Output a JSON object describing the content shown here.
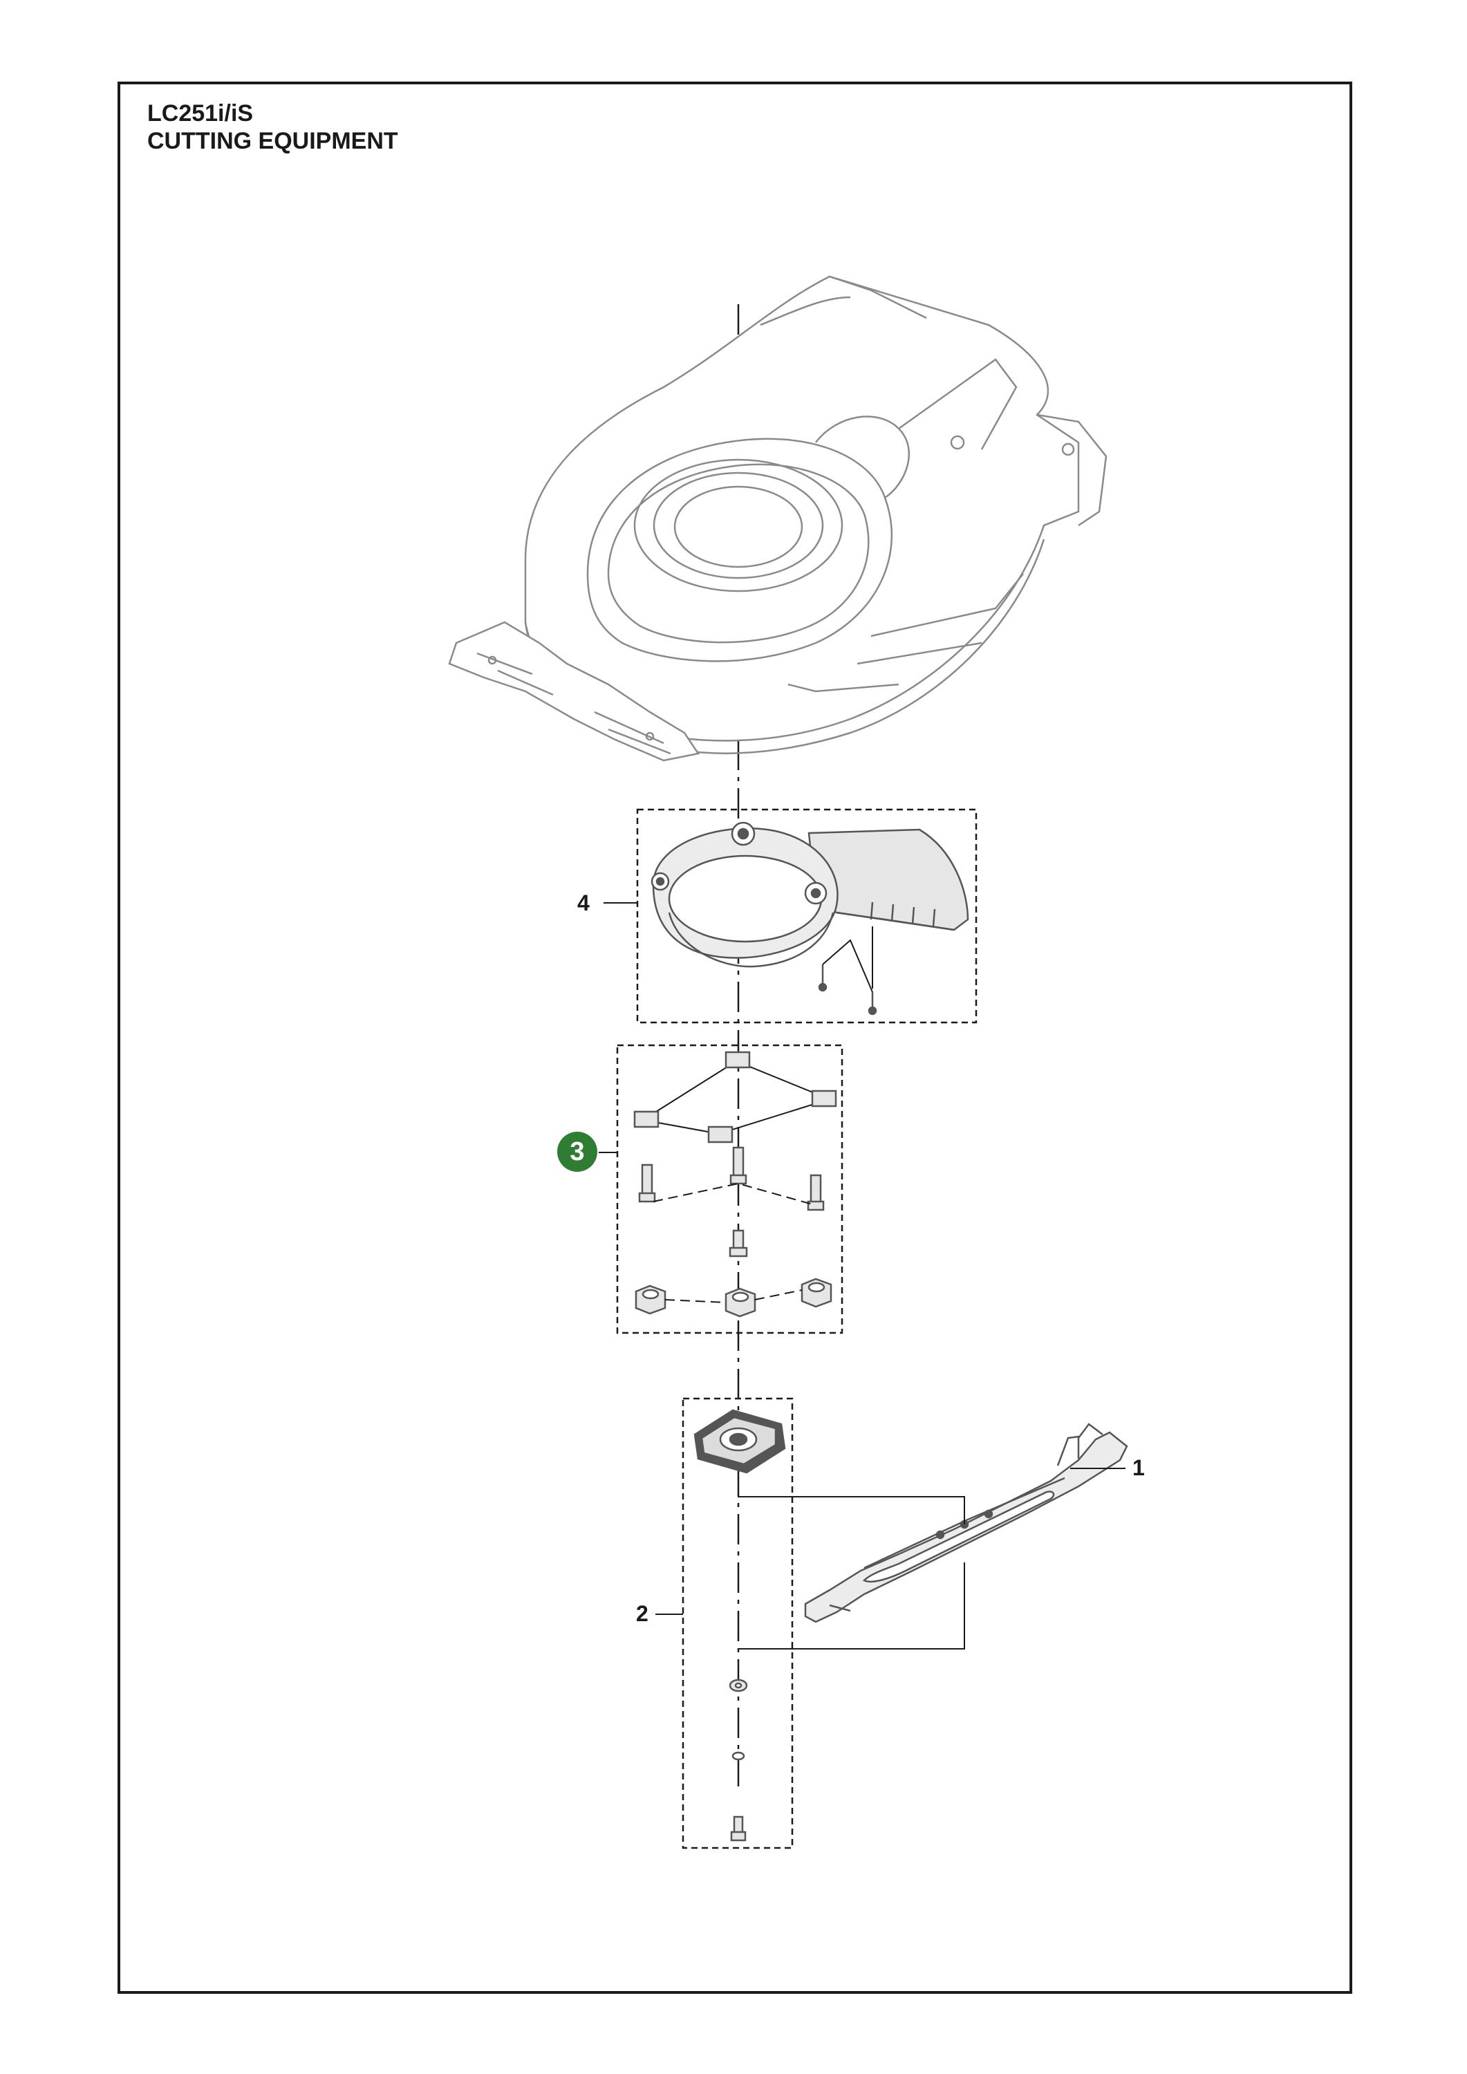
{
  "header": {
    "model": "LC251i/iS",
    "section": "CUTTING EQUIPMENT"
  },
  "callouts": [
    {
      "id": "1",
      "label": "1",
      "part": "blade"
    },
    {
      "id": "2",
      "label": "2",
      "part": "blade-hub-kit"
    },
    {
      "id": "3",
      "label": "3",
      "part": "fastener-kit",
      "highlighted": true
    },
    {
      "id": "4",
      "label": "4",
      "part": "blade-shield"
    }
  ],
  "colors": {
    "highlight_badge": "#2e7d32",
    "line": "#1a1a1a",
    "part_fill": "#ececec",
    "part_stroke": "#555555",
    "deck_stroke": "#8a8a8a"
  }
}
